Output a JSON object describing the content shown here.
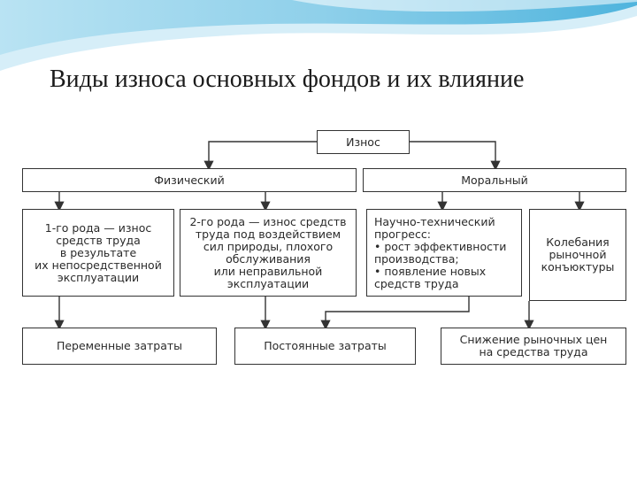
{
  "title": "Виды износа основных фондов и их влияние",
  "diagram": {
    "root": "Износ",
    "physical": "Физический",
    "moral": "Моральный",
    "type1": "1-го рода — износ\nсредств труда\nв результате\nих непосредственной\nэксплуатации",
    "type2": "2-го рода — износ средств\nтруда под воздействием\nсил природы, плохого\nобслуживания\nили неправильной\nэксплуатации",
    "ntp": "Научно-технический\nпрогресс:\n• рост эффективности\nпроизводства;\n• появление новых\nсредств труда",
    "market": "Колебания\nрыночной\nконъюктуры",
    "variable": "Переменные затраты",
    "fixed": "Постоянные затраты",
    "price": "Снижение рыночных цен\nна средства труда"
  },
  "colors": {
    "banner_light": "#d6eef8",
    "banner_mid": "#8fd0ea",
    "banner_dark": "#2d9fcc",
    "line": "#333333"
  }
}
